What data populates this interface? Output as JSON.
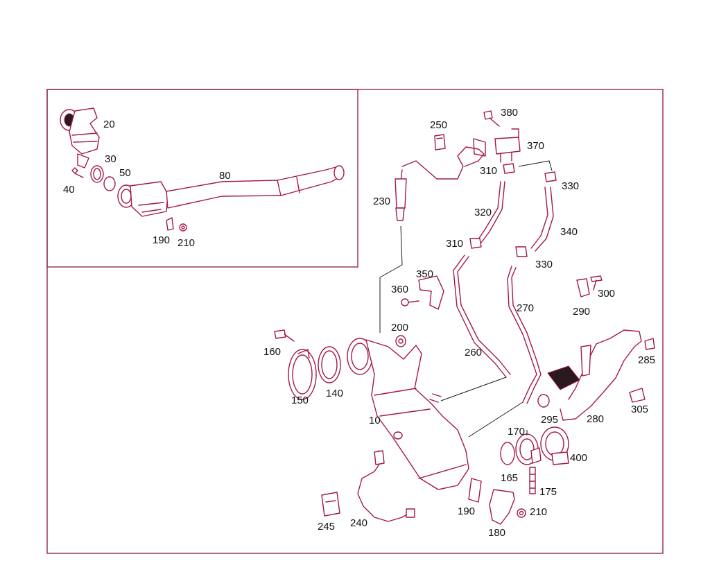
{
  "diagram": {
    "colors": {
      "line": "#a3184a",
      "frame": "#8a1a3c",
      "label": "#111111",
      "background": "#ffffff"
    },
    "labels": {
      "p20": "20",
      "p30": "30",
      "p40": "40",
      "p50": "50",
      "p80": "80",
      "p190a": "190",
      "p210a": "210",
      "p250": "250",
      "p380": "380",
      "p370": "370",
      "p310a": "310",
      "p330a": "330",
      "p230": "230",
      "p320": "320",
      "p340": "340",
      "p310b": "310",
      "p330b": "330",
      "p350": "350",
      "p360": "360",
      "p270": "270",
      "p290": "290",
      "p300": "300",
      "p200": "200",
      "p160": "160",
      "p260": "260",
      "p285": "285",
      "p150": "150",
      "p140": "140",
      "p10": "10",
      "p295": "295",
      "p280": "280",
      "p305": "305",
      "p170": "170",
      "p400": "400",
      "p165": "165",
      "p175": "175",
      "p190b": "190",
      "p210b": "210",
      "p180": "180",
      "p245": "245",
      "p240": "240"
    }
  }
}
